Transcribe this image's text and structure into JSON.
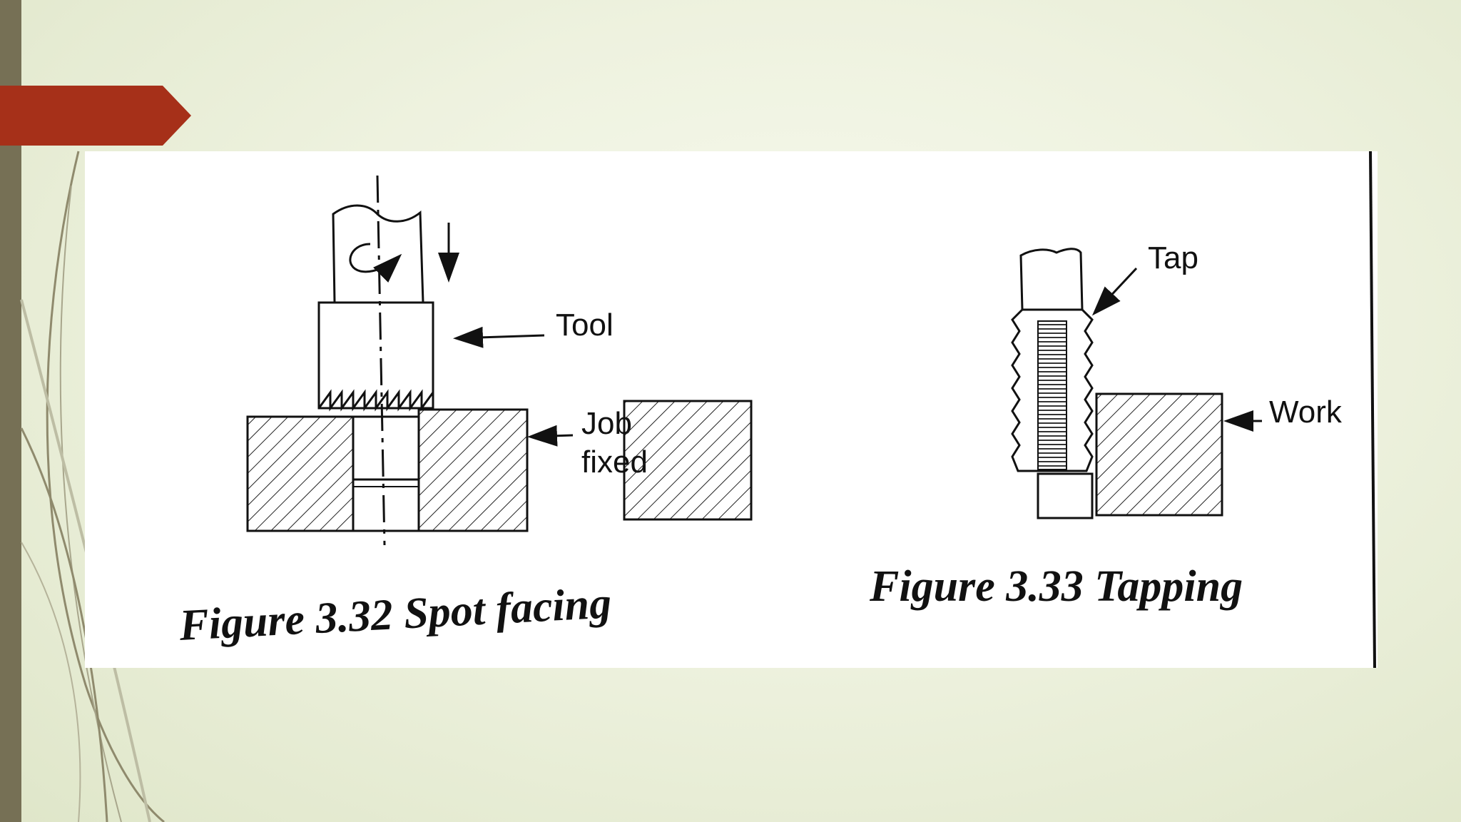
{
  "slide": {
    "colors": {
      "background": "#eef2df",
      "side_bar": "#767055",
      "accent_tab": "#a63019",
      "panel": "#ffffff"
    }
  },
  "figures": [
    {
      "id": "spot-facing",
      "labels": {
        "tool": "Tool",
        "job_line1": "Job",
        "job_line2": "fixed"
      },
      "caption": "Figure 3.32 Spot facing"
    },
    {
      "id": "tapping",
      "labels": {
        "tap": "Tap",
        "work": "Work"
      },
      "caption": "Figure 3.33 Tapping"
    }
  ]
}
